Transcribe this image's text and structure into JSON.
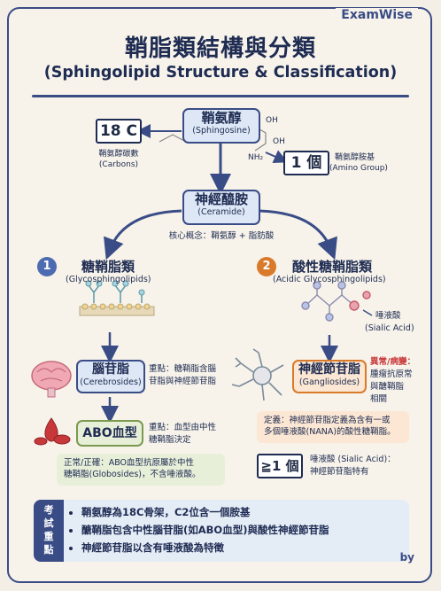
{
  "brand": "ExamWise",
  "title_zh": "鞘脂類結構與分類",
  "title_en": "(Sphingolipid Structure & Classification)",
  "sphingosine": {
    "zh": "鞘氨醇",
    "en": "(Sphingosine)"
  },
  "carbons": {
    "num": "18 C",
    "zh": "鞘氨醇碳數",
    "en": "(Carbons)"
  },
  "amino": {
    "num": "1 個",
    "zh": "鞘氨醇胺基",
    "en": "(Amino Group)"
  },
  "structure_labels": {
    "oh1": "OH",
    "oh2": "OH",
    "nh2": "NH₂"
  },
  "ceramide": {
    "zh": "神經醯胺",
    "en": "(Ceramide)",
    "note": "核心概念：鞘氨醇 + 脂肪酸"
  },
  "glyco": {
    "num": "1",
    "zh": "糖鞘脂類",
    "en": "(Glycosphingolipids)"
  },
  "acidic": {
    "num": "2",
    "zh": "酸性糖鞘脂類",
    "en": "(Acidic Glycosphingolipids)"
  },
  "sialic": {
    "zh": "唾液酸",
    "en": "(Sialic Acid)"
  },
  "cerebrosides": {
    "zh": "腦苷脂",
    "en": "(Cerebrosides)",
    "note1": "重點：糖鞘脂含腦",
    "note2": "苷脂與神經節苷脂"
  },
  "ganglio": {
    "zh": "神經節苷脂",
    "en": "(Gangliosides)",
    "abn1": "異常/病變：",
    "abn2": "腫瘤抗原常",
    "abn3": "與醣鞘脂",
    "abn4": "相關"
  },
  "abo": {
    "zh": "ABO血型",
    "note1": "重點：血型由中性",
    "note2": "糖鞘脂決定"
  },
  "abo_callout": {
    "l1": "正常/正確：ABO血型抗原屬於中性",
    "l2": "糖鞘脂(Globosides)，不含唾液酸。"
  },
  "def_callout": {
    "l1": "定義：神經節苷脂定義為含有一或",
    "l2": "多個唾液酸(NANA)的酸性糖鞘脂。"
  },
  "ge1": {
    "num": "≧1 個",
    "l1": "唾液酸 (Sialic Acid)：",
    "l2": "神經節苷脂特有"
  },
  "summary": {
    "tag": "考試重點",
    "items": [
      "鞘氨醇為18C骨架，C2位含一個胺基",
      "醣鞘脂包含中性腦苷脂(如ABO血型)與酸性神經節苷脂",
      "神經節苷脂以含有唾液酸為特徵"
    ]
  },
  "by": "by",
  "colors": {
    "navy": "#3a4c86",
    "orange": "#d9792a",
    "green": "#7a9a4f",
    "red": "#c8383a"
  }
}
